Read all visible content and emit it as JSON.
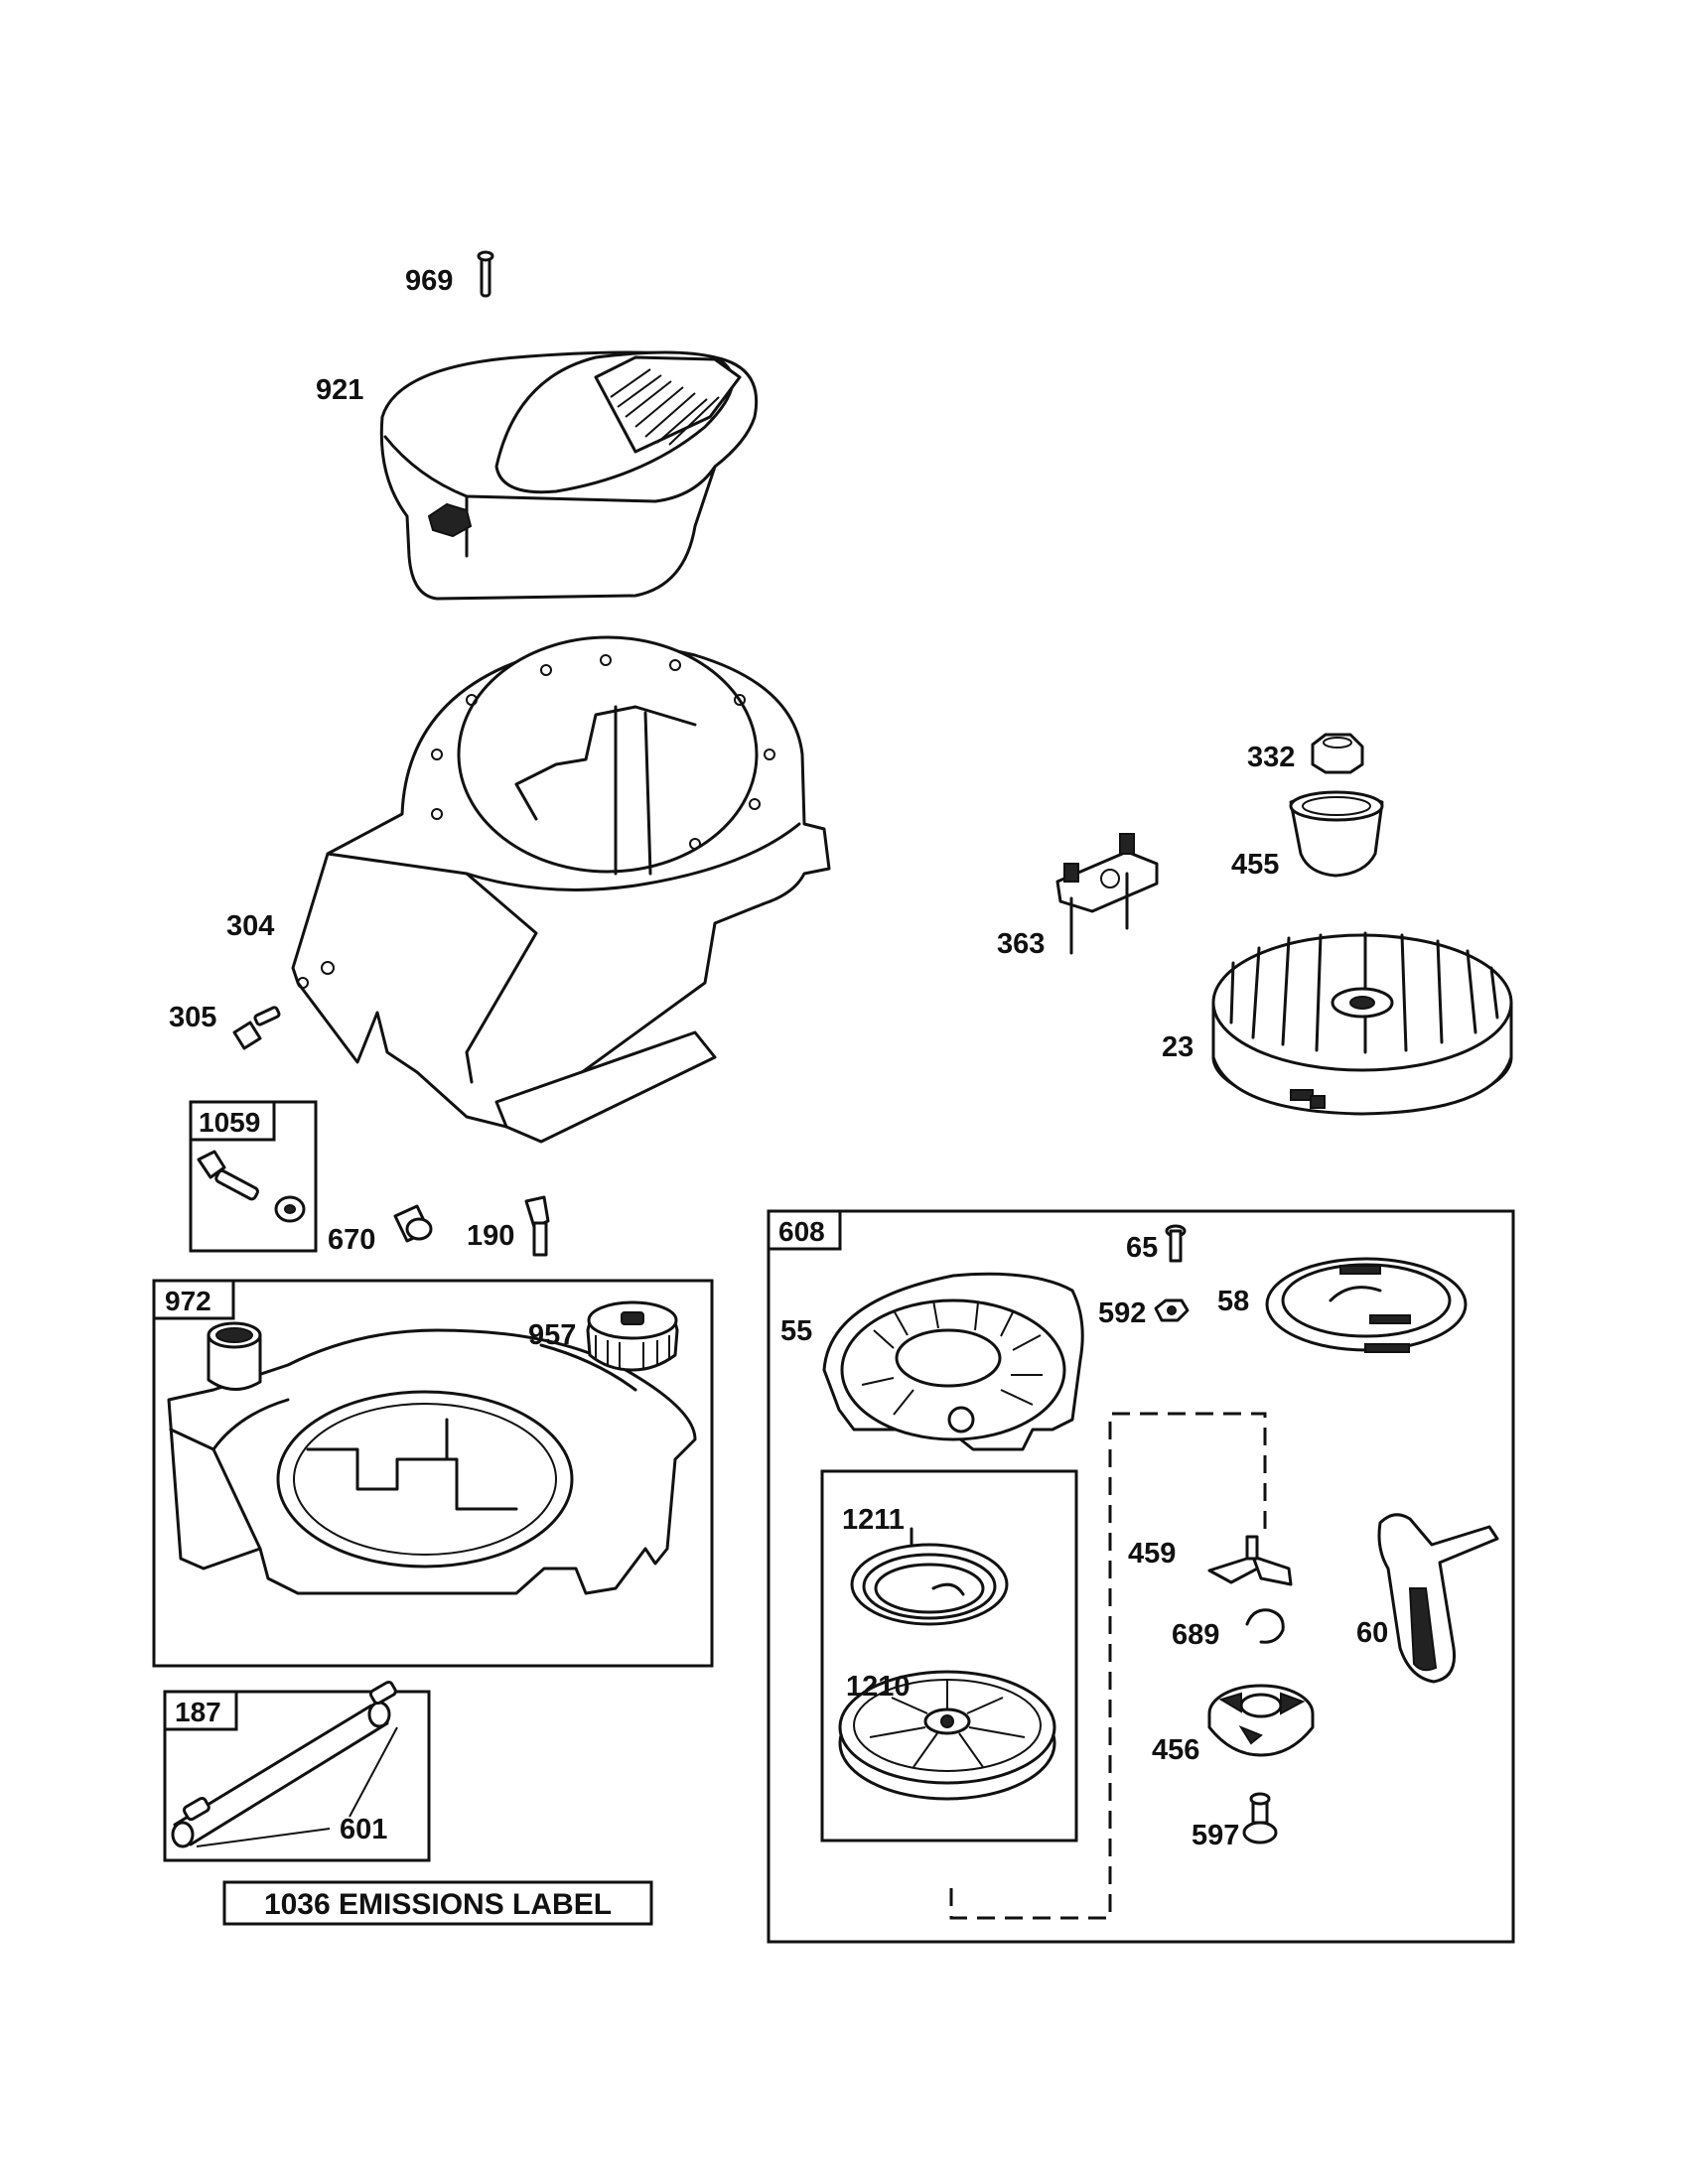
{
  "callouts": {
    "c969": "969",
    "c921": "921",
    "c304": "304",
    "c305": "305",
    "c332": "332",
    "c455": "455",
    "c363": "363",
    "c23": "23",
    "c670": "670",
    "c190": "190",
    "c957": "957",
    "c65": "65",
    "c592": "592",
    "c58": "58",
    "c55": "55",
    "c1211": "1211",
    "c1210": "1210",
    "c459": "459",
    "c689": "689",
    "c60": "60",
    "c456": "456",
    "c597": "597",
    "c601": "601"
  },
  "boxes": {
    "b1059": "1059",
    "b972": "972",
    "b187": "187",
    "b608": "608"
  },
  "emissions_label": "1036 EMISSIONS LABEL"
}
